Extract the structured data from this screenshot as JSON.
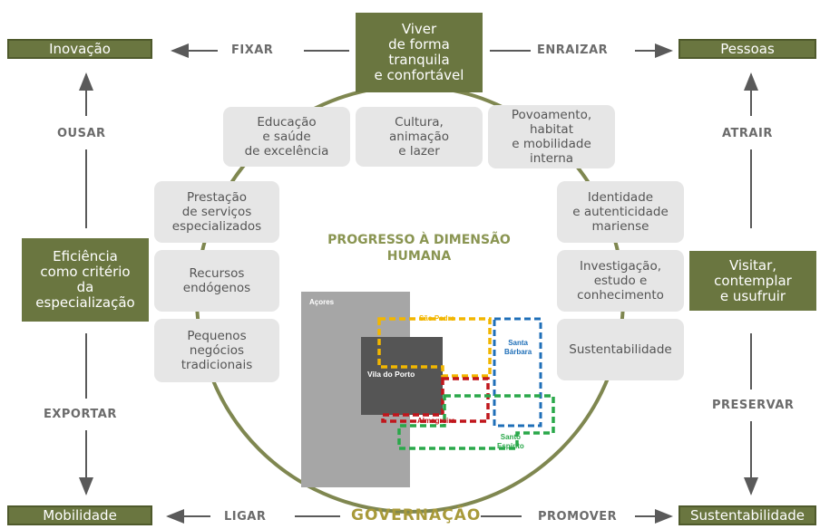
{
  "corners": {
    "top_left": "Inovação",
    "top_right": "Pessoas",
    "bottom_left": "Mobilidade",
    "bottom_right": "Sustentabilidade"
  },
  "center_top": "Viver\nde forma\ntranquila\ne confortável",
  "center_left": "Eficiência\ncomo critério\nda\nespecialização",
  "center_right": "Visitar,\ncontemplar\ne usufruir",
  "verbs": {
    "fixar": "FIXAR",
    "enraizar": "ENRAIZAR",
    "ousar": "OUSAR",
    "atrair": "ATRAIR",
    "exportar": "EXPORTAR",
    "preservar": "PRESERVAR",
    "ligar": "LIGAR",
    "promover": "PROMOVER"
  },
  "governance": "GOVERNAÇÃO",
  "center_title": "PROGRESSO À DIMENSÃO\nHUMANA",
  "boxes": {
    "educacao": "Educação\ne saúde\nde excelência",
    "cultura": "Cultura,\nanimação\ne lazer",
    "povoamento": "Povoamento,\nhabitat\ne mobilidade\ninterna",
    "prestacao": "Prestação\nde serviços\nespecializados",
    "recursos": "Recursos\nendógenos",
    "pequenos": "Pequenos\nnegócios\ntradicionais",
    "identidade": "Identidade\ne autenticidade\nmariense",
    "investigacao": "Investigação,\nestudo e\nconhecimento",
    "sustentabilidade": "Sustentabilidade"
  },
  "map": {
    "acores": "Açores",
    "vila": "Vila do Porto",
    "sao_pedro": "São Pedro",
    "santa_barbara": "Santa\nBárbara",
    "almagreira": "Almagreira",
    "santo_espirito": "Santo\nEspírito"
  },
  "colors": {
    "olive": "#6a7640",
    "gray_box": "#e6e6e6",
    "sao_pedro": "#f2b600",
    "santa_barbara": "#1f6fb8",
    "almagreira": "#c0161c",
    "santo_espirito": "#2aa84a"
  }
}
